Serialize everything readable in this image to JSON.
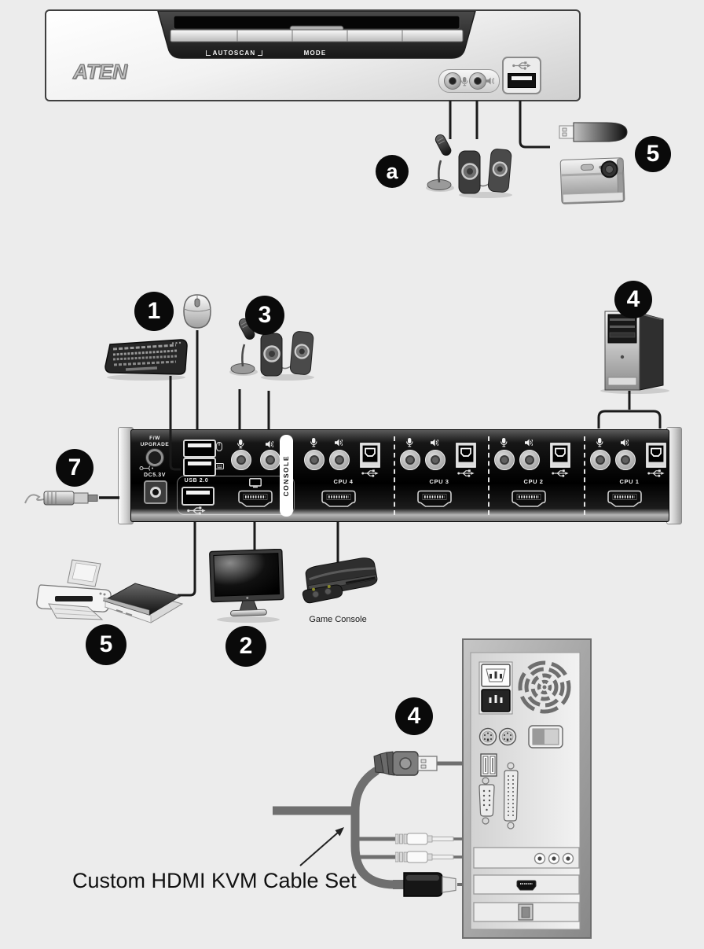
{
  "page": {
    "background": "#ececec",
    "description": "KVM switch installation diagram"
  },
  "front_panel": {
    "brand": "ATEN",
    "autoscan_label": "AUTOSCAN",
    "mode_label": "MODE",
    "ports": [
      "mic-jack",
      "speaker-jack",
      "usb-port"
    ]
  },
  "rear_panel": {
    "fw_line1": "F/W",
    "fw_line2": "UPGRADE",
    "dc_label": "DC5.3V",
    "usb20_label": "USB 2.0",
    "console_label": "CONSOLE",
    "cpu_sections": [
      {
        "label": "CPU 4",
        "ports": [
          "mic-jack",
          "speaker-jack",
          "usb-b-port",
          "hdmi-port"
        ]
      },
      {
        "label": "CPU 3",
        "ports": [
          "mic-jack",
          "speaker-jack",
          "usb-b-port",
          "hdmi-port"
        ]
      },
      {
        "label": "CPU 2",
        "ports": [
          "mic-jack",
          "speaker-jack",
          "usb-b-port",
          "hdmi-port"
        ]
      },
      {
        "label": "CPU 1",
        "ports": [
          "mic-jack",
          "speaker-jack",
          "usb-b-port",
          "hdmi-port"
        ]
      }
    ]
  },
  "callouts": {
    "a": "a",
    "n1": "1",
    "n2": "2",
    "n3": "3",
    "n4": "4",
    "n5": "5",
    "n7": "7"
  },
  "labels": {
    "game_console": "Game Console",
    "cable_set": "Custom HDMI KVM Cable Set"
  },
  "equipment": [
    {
      "callout": "a",
      "items": [
        "microphone",
        "speakers"
      ]
    },
    {
      "callout": "1",
      "items": [
        "keyboard",
        "mouse"
      ]
    },
    {
      "callout": "2",
      "items": [
        "monitor"
      ]
    },
    {
      "callout": "3",
      "items": [
        "microphone",
        "speakers"
      ]
    },
    {
      "callout": "4",
      "items": [
        "computer-tower",
        "computer-rear-panel"
      ]
    },
    {
      "callout": "5",
      "items": [
        "usb-flash-drive",
        "digital-camera",
        "printer",
        "scanner"
      ]
    },
    {
      "callout": "7",
      "items": [
        "power-adapter-plug"
      ]
    }
  ],
  "other_devices": [
    "game-console",
    "usb-cable-plug",
    "audio-plug",
    "audio-plug",
    "hdmi-cable-connector"
  ],
  "colors": {
    "background": "#ececec",
    "line": "#1a1a1a",
    "cable_gray": "#6f6f6f",
    "callout_bg": "#0a0a0a",
    "callout_fg": "#ffffff",
    "panel_black": "#111111",
    "console_strip": "#ffffff"
  }
}
